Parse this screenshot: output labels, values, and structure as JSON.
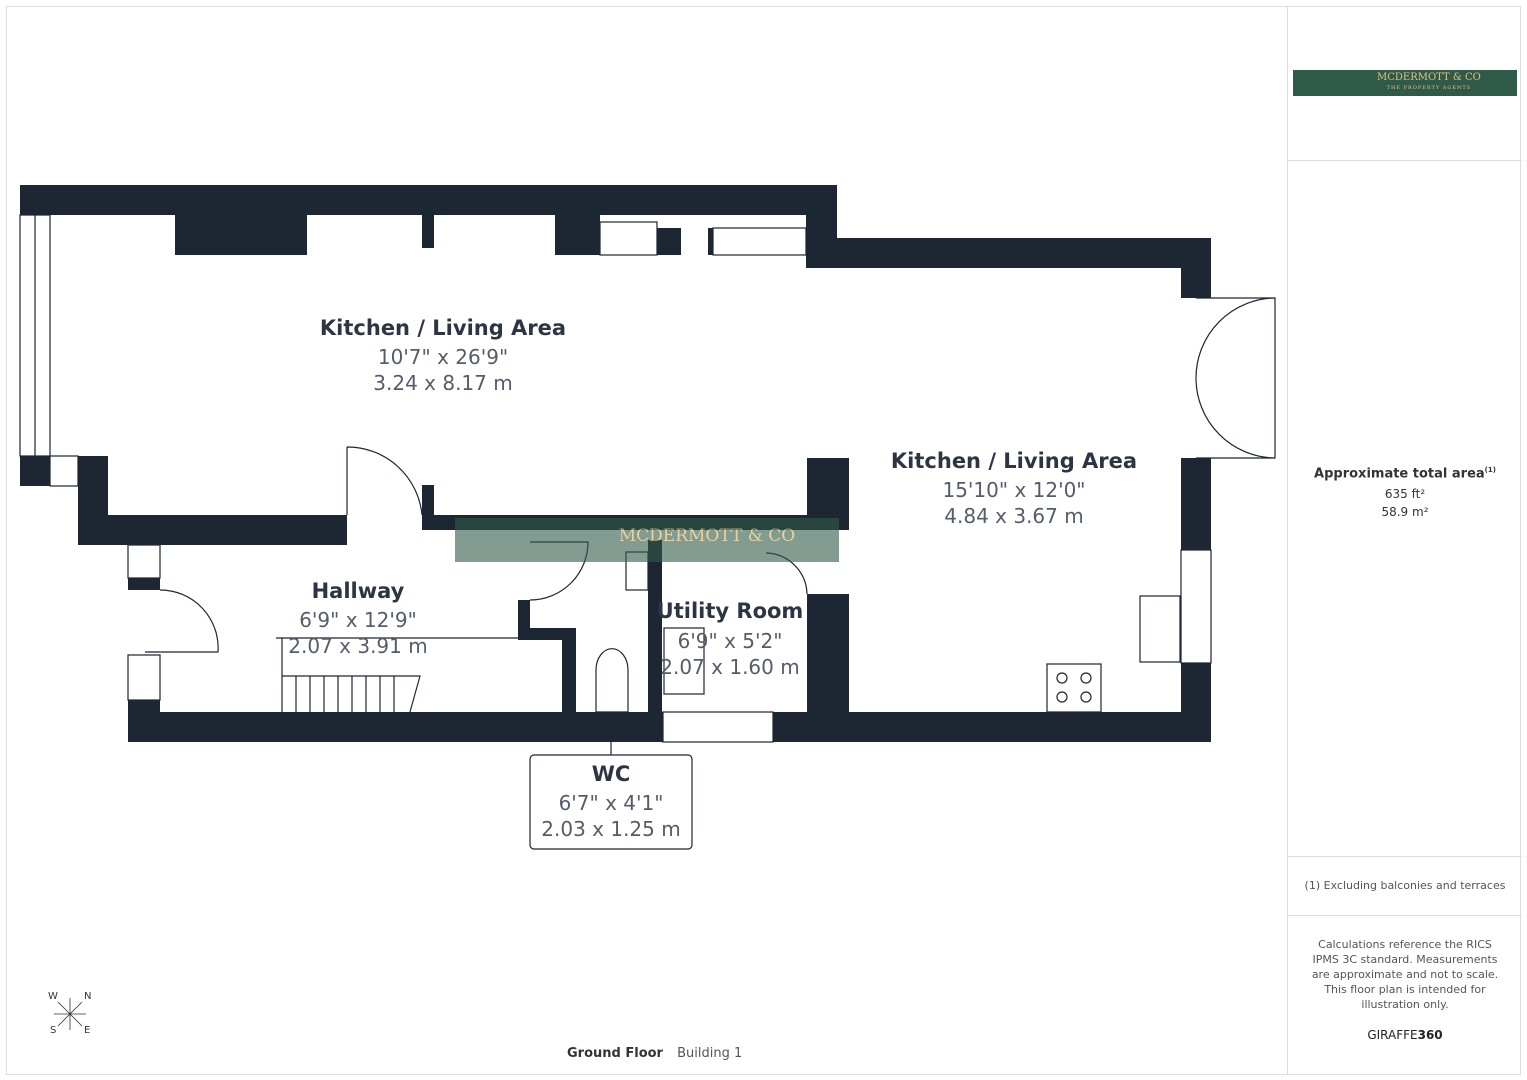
{
  "logo": {
    "name": "MCDERMOTT & CO",
    "tagline": "THE PROPERTY AGENTS",
    "colors": {
      "bg": "#2f5a48",
      "gold": "#e3c27e"
    }
  },
  "summary": {
    "title": "Approximate total area",
    "footnote_mark": "(1)",
    "area_ft": "635 ft²",
    "area_m": "58.9 m²"
  },
  "footnote": "(1) Excluding balconies and terraces",
  "disclaimer": "Calculations reference the RICS IPMS 3C standard. Measurements are approximate and not to scale. This floor plan is intended for illustration only.",
  "brand": {
    "a": "GIRAFFE",
    "b": "360"
  },
  "floor": {
    "name": "Ground Floor",
    "building": "Building 1"
  },
  "compass": {
    "w": "W",
    "n": "N",
    "s": "S",
    "e": "E"
  },
  "wall_color": "#1d2633",
  "rooms": [
    {
      "name": "Kitchen / Living Area",
      "imperial": "10'7\" x 26'9\"",
      "metric": "3.24 x 8.17 m"
    },
    {
      "name": "Kitchen / Living Area",
      "imperial": "15'10\" x 12'0\"",
      "metric": "4.84 x 3.67 m"
    },
    {
      "name": "Hallway",
      "imperial": "6'9\" x 12'9\"",
      "metric": "2.07 x 3.91 m"
    },
    {
      "name": "Utility Room",
      "imperial": "6'9\" x 5'2\"",
      "metric": "2.07 x 1.60 m"
    },
    {
      "name": "WC",
      "imperial": "6'7\" x 4'1\"",
      "metric": "2.03 x 1.25 m"
    }
  ]
}
